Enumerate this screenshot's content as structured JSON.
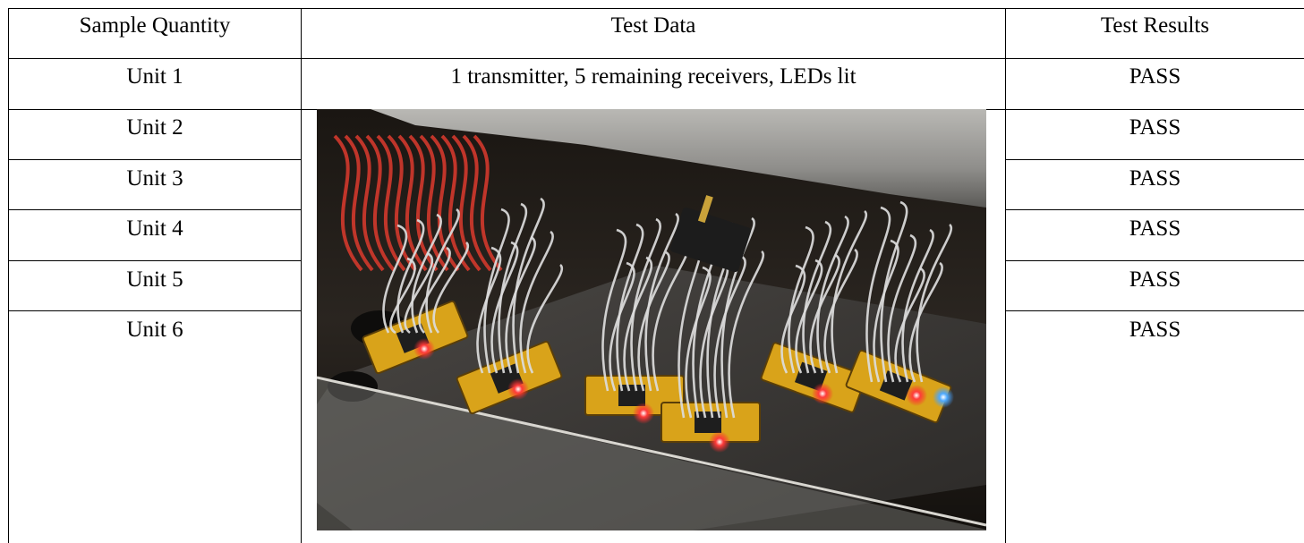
{
  "table": {
    "headers": {
      "sample_quantity": "Sample Quantity",
      "test_data": "Test Data",
      "test_results": "Test Results"
    },
    "rows": [
      {
        "sample": "Unit 1",
        "data": "1 transmitter, 5 remaining receivers, LEDs lit",
        "result": "PASS"
      },
      {
        "sample": "Unit 2",
        "result": "PASS"
      },
      {
        "sample": "Unit 3",
        "result": "PASS"
      },
      {
        "sample": "Unit 4",
        "result": "PASS"
      },
      {
        "sample": "Unit 5",
        "result": "PASS"
      },
      {
        "sample": "Unit 6",
        "result": "PASS"
      }
    ]
  },
  "photo": {
    "colors": {
      "shelf_metal": "#8f8e8b",
      "pcb_yellow": "#d9a31a",
      "wire_red": "#d2392c",
      "wire_white": "#dcdcdc",
      "led_red": "#ff3b3b",
      "led_blue": "#4aa8ff"
    }
  }
}
